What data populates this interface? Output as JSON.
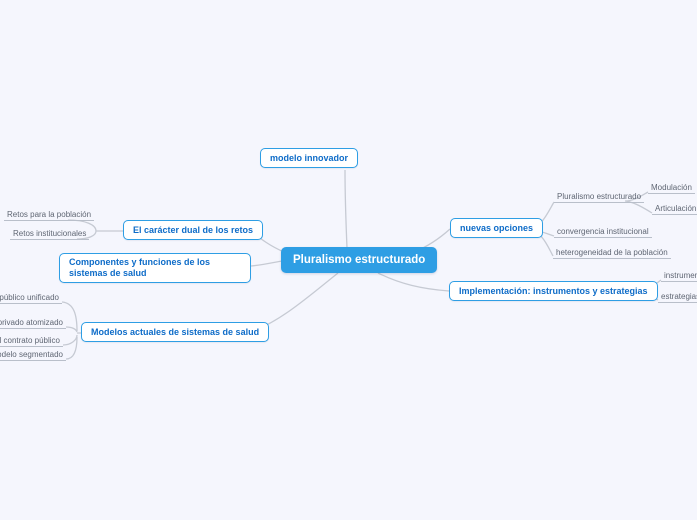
{
  "root": {
    "label": "Pluralismo estructurado"
  },
  "branches": {
    "modelo_innovador": {
      "label": "modelo innovador"
    },
    "caracter_dual": {
      "label": "El carácter dual de los retos"
    },
    "componentes": {
      "label": "Componentes y funciones de los sistemas de salud"
    },
    "modelos_actuales": {
      "label": "Modelos actuales de sistemas de salud"
    },
    "nuevas_opciones": {
      "label": "nuevas opciones"
    },
    "implementacion": {
      "label": "Implementación: instrumentos y estrategias"
    }
  },
  "leaves": {
    "retos_poblacion": {
      "label": "Retos para la población"
    },
    "retos_institucionales": {
      "label": "Retos institucionales"
    },
    "publico_unificado": {
      "label": "modelo público unificado"
    },
    "privado_atomizado": {
      "label": "modelo privado atomizado"
    },
    "contrato_publico": {
      "label": "modelo del contrato público"
    },
    "segmentado": {
      "label": "modelo segmentado"
    },
    "pluralismo": {
      "label": "Pluralismo estructurado"
    },
    "modulacion": {
      "label": "Modulación"
    },
    "articulacion": {
      "label": "Articulación"
    },
    "convergencia": {
      "label": "convergencia institucional"
    },
    "heterogeneidad": {
      "label": "heterogeneidad de la población"
    },
    "instrumentos": {
      "label": "instrumentos de política"
    },
    "estrategias": {
      "label": "estrategias de cambio"
    }
  },
  "colors": {
    "accent": "#2e9ee4",
    "node_text": "#0e6cc8",
    "leaf_text": "#5f6673",
    "connector_line": "#c6cad3",
    "background": "#f5f6fd"
  }
}
